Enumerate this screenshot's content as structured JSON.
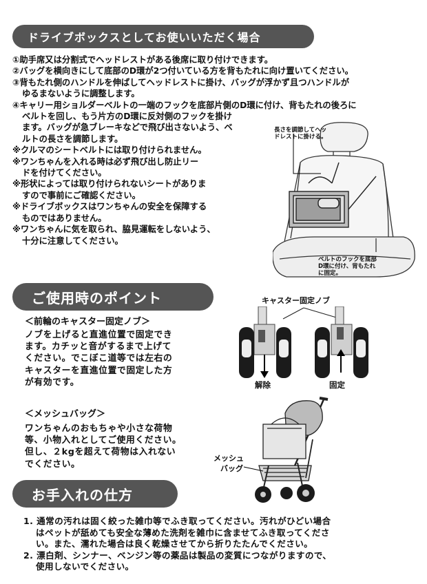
{
  "section1": {
    "heading": "ドライブボックスとしてお使いいただく場合",
    "lines": [
      "①助手席又は分割式でヘッドレストがある後席に取り付けできます。",
      "②バッグを横向きにして底部のD環が2つ付いている方を背もたれに向け置いてください。",
      "③背もたれ側のハンドルを伸ばしてヘッドレストに掛け、バッグが浮かず且つハンドルが",
      "ゆるまないように調整します。",
      "④キャリー用ショルダーベルトの一端のフックを底部片側のD環に付け、背もたれの後ろに",
      "ベルトを回し、もう片方のD環に反対側のフックを掛け",
      "ます。バッグが急ブレーキなどで飛び出さないよう、ベ",
      "ルトの長さを調節します。",
      "※クルマのシートベルトには取り付けられません。",
      "※ワンちゃんを入れる時は必ず飛び出し防止リー",
      "ドを付けてください。",
      "※形状によっては取り付けられないシートがありま",
      "すので事前にご確認ください。",
      "※ドライブボックスはワンちゃんの安全を保障する",
      "ものではありません。",
      "※ワンちゃんに気を取られ、脇見運転をしないよう、",
      "十分に注意してください。"
    ],
    "note_top": [
      "長さを調節してヘッ",
      "ドレストに掛ける。"
    ],
    "note_bottom": [
      "ベルトのフックを底部",
      "D環に付け、背もたれ",
      "に固定。"
    ]
  },
  "section2": {
    "heading": "ご使用時のポイント",
    "caster_title": "＜前輪のキャスター固定ノブ＞",
    "caster_lines": [
      "ノブを上げると直進位置で固定でき",
      "ます。カチッと音がするまで上げて",
      "ください。でこぼこ道等では左右の",
      "キャスターを直進位置で固定した方",
      "が有効です。"
    ],
    "knob_label": "キャスター固定ノブ",
    "release_label": "解除",
    "fixed_label": "固定",
    "mesh_title": "＜メッシュバッグ＞",
    "mesh_lines": [
      "ワンちゃんのおもちゃや小さな荷物",
      "等、小物入れとしてご使用ください。",
      "但し、２kgを超えて荷物は入れない",
      "でください。"
    ],
    "mesh_label": [
      "メッシュ",
      "バッグ"
    ]
  },
  "section3": {
    "heading": "お手入れの仕方",
    "lines": [
      "1. 通常の汚れは固く絞った雑巾等でふき取ってください。汚れがひどい場合",
      "はペットが舐めても安全な薄めた洗剤を雑巾に含ませてふき取ってくださ",
      "い。また、濡れた場合は良く乾燥させてから折りたたんでください。",
      "2. 漂白剤、シンナー、ベンジン等の薬品は製品の変質につながりますので、",
      "使用しないでください。"
    ]
  }
}
